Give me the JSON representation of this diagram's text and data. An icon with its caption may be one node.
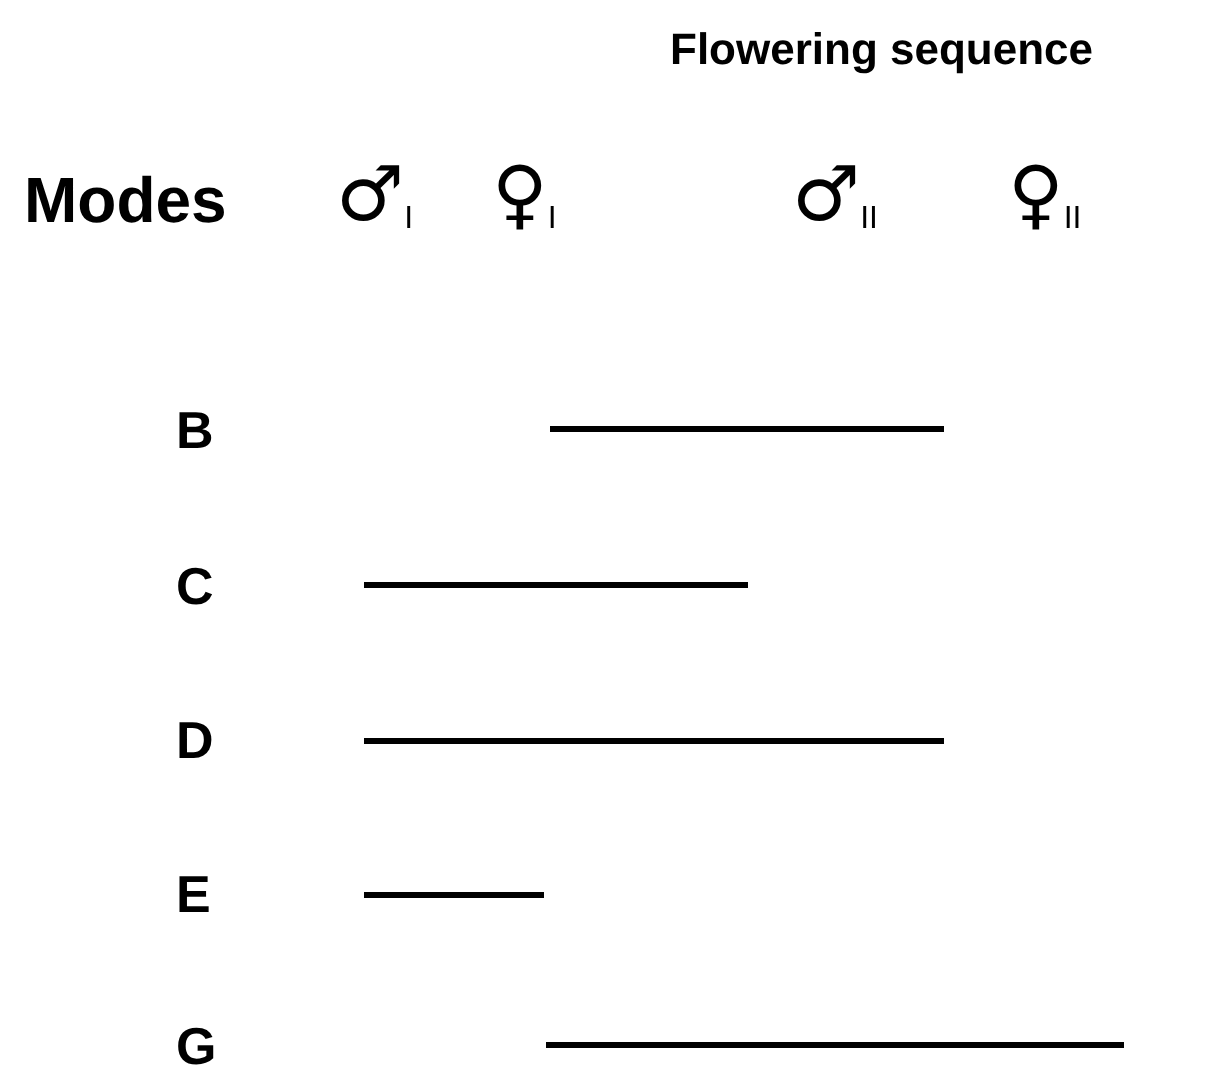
{
  "diagram": {
    "title": "Flowering sequence",
    "nodes": [
      {
        "text": [],
        "shape": "bar"
      },
      {
        "text": [],
        "shape": "bar"
      },
      {
        "text": [],
        "shape": "bar"
      },
      {
        "text": [],
        "shape": "bar"
      },
      {
        "text": [],
        "shape": "bar"
      }
    ],
    "labels": [
      "Modes",
      "♂$_{I}$",
      "♀$_{I}$",
      "♂$_{II}$",
      "♀$_{II}$",
      "B",
      "C",
      "D",
      "E",
      "G"
    ]
  }
}
